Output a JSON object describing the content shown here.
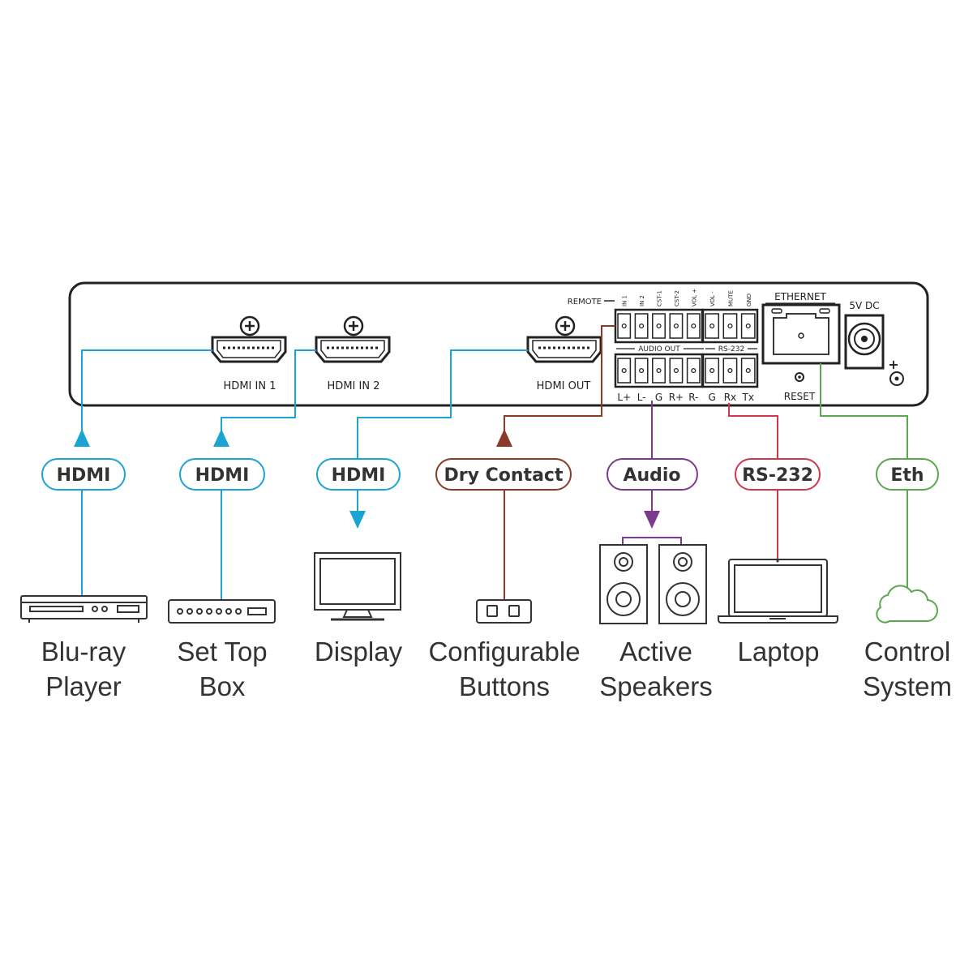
{
  "panel": {
    "ports": {
      "hdmi_in_1": "HDMI  IN 1",
      "hdmi_in_2": "HDMI  IN 2",
      "hdmi_out": "HDMI  OUT",
      "remote": "REMOTE",
      "remote_pins": [
        "IN 1",
        "IN 2",
        "CST-1",
        "CST-2",
        "VOL +",
        "VOL -",
        "MUTE",
        "GND"
      ],
      "audio_out": "AUDIO OUT",
      "rs232": "RS-232",
      "audio_pins": [
        "L+",
        "L-",
        "G",
        "R+",
        "R-"
      ],
      "rs232_pins": [
        "G",
        "Rx",
        "Tx"
      ],
      "ethernet": "ETHERNET",
      "reset": "RESET",
      "power": "5V DC",
      "power_polarity": "+"
    }
  },
  "connections": [
    {
      "label": "HDMI",
      "device": [
        "Blu-ray",
        "Player"
      ],
      "color": "#1ba3d4"
    },
    {
      "label": "HDMI",
      "device": [
        "Set Top",
        "Box"
      ],
      "color": "#1ba3d4"
    },
    {
      "label": "HDMI",
      "device": [
        "Display"
      ],
      "color": "#1ba3d4"
    },
    {
      "label": "Dry Contact",
      "device": [
        "Configurable",
        "Buttons"
      ],
      "color": "#8b3a2a"
    },
    {
      "label": "Audio",
      "device": [
        "Active",
        "Speakers"
      ],
      "color": "#7b3a8c"
    },
    {
      "label": "RS-232",
      "device": [
        "Laptop"
      ],
      "color": "#d0384a"
    },
    {
      "label": "Eth",
      "device": [
        "Control",
        "System"
      ],
      "color": "#5aa84e"
    }
  ],
  "icons": [
    "blu-ray-player-icon",
    "set-top-box-icon",
    "display-icon",
    "buttons-icon",
    "speakers-icon",
    "laptop-icon",
    "cloud-icon"
  ]
}
